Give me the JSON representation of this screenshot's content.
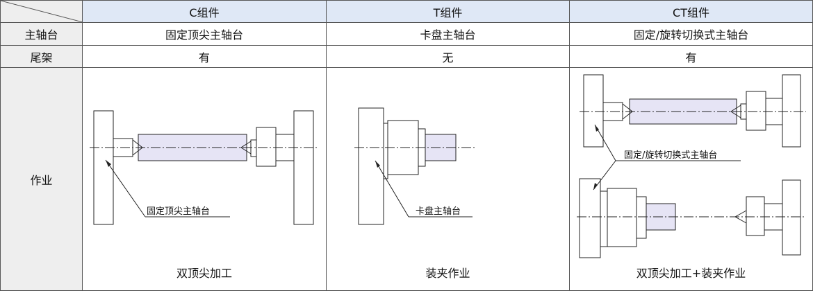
{
  "columns": [
    "C组件",
    "T组件",
    "CT组件"
  ],
  "rows": {
    "spindle": {
      "label": "主轴台",
      "values": [
        "固定顶尖主轴台",
        "卡盘主轴台",
        "固定/旋转切换式主轴台"
      ]
    },
    "tailstock": {
      "label": "尾架",
      "values": [
        "有",
        "无",
        "有"
      ]
    },
    "operation": {
      "label": "作业"
    }
  },
  "diagrams": {
    "c": {
      "label": "固定顶尖主轴台",
      "caption": "双顶尖加工"
    },
    "t": {
      "label": "卡盘主轴台",
      "caption": "装夹作业"
    },
    "ct": {
      "label": "固定/旋转切换式主轴台",
      "caption": "双顶尖加工+装夹作业"
    }
  },
  "colors": {
    "header_bg": "#dfe8f6",
    "label_bg": "#eeeeee",
    "workpiece_fill": "#e6e4f5",
    "line": "#222222"
  }
}
